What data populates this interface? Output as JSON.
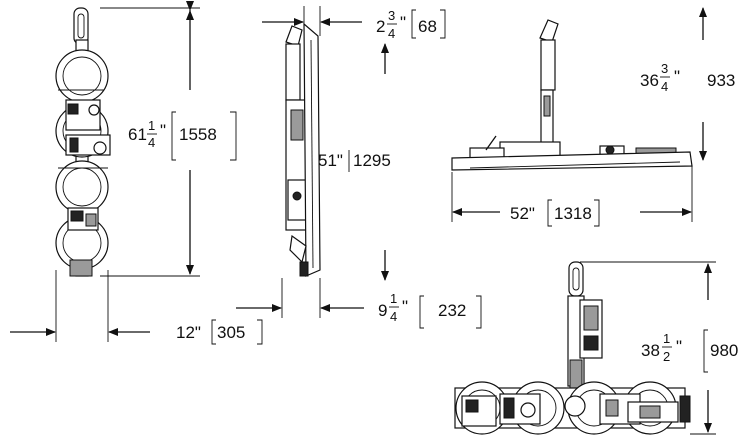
{
  "dimensions": {
    "front_height": {
      "whole": "61",
      "num": "1",
      "den": "4",
      "inch": "\"",
      "mm": "1558"
    },
    "front_width": {
      "inch": "12\"",
      "mm": "305"
    },
    "side_thickness_top": {
      "whole": "2",
      "num": "3",
      "den": "4",
      "inch": "\"",
      "mm": "68"
    },
    "side_length": {
      "inch": "51\"",
      "mm": "1295"
    },
    "side_thickness_bottom": {
      "whole": "9",
      "num": "1",
      "den": "4",
      "inch": "\"",
      "mm": "232"
    },
    "tilted_height": {
      "whole": "36",
      "num": "3",
      "den": "4",
      "inch": "\"",
      "mm": "933"
    },
    "tilted_length": {
      "inch": "52\"",
      "mm": "1318"
    },
    "flat_height": {
      "whole": "38",
      "num": "1",
      "den": "2",
      "inch": "\"",
      "mm": "980"
    }
  },
  "colors": {
    "ink": "#111111",
    "background": "#ffffff",
    "shade": "#9a9a9a"
  }
}
